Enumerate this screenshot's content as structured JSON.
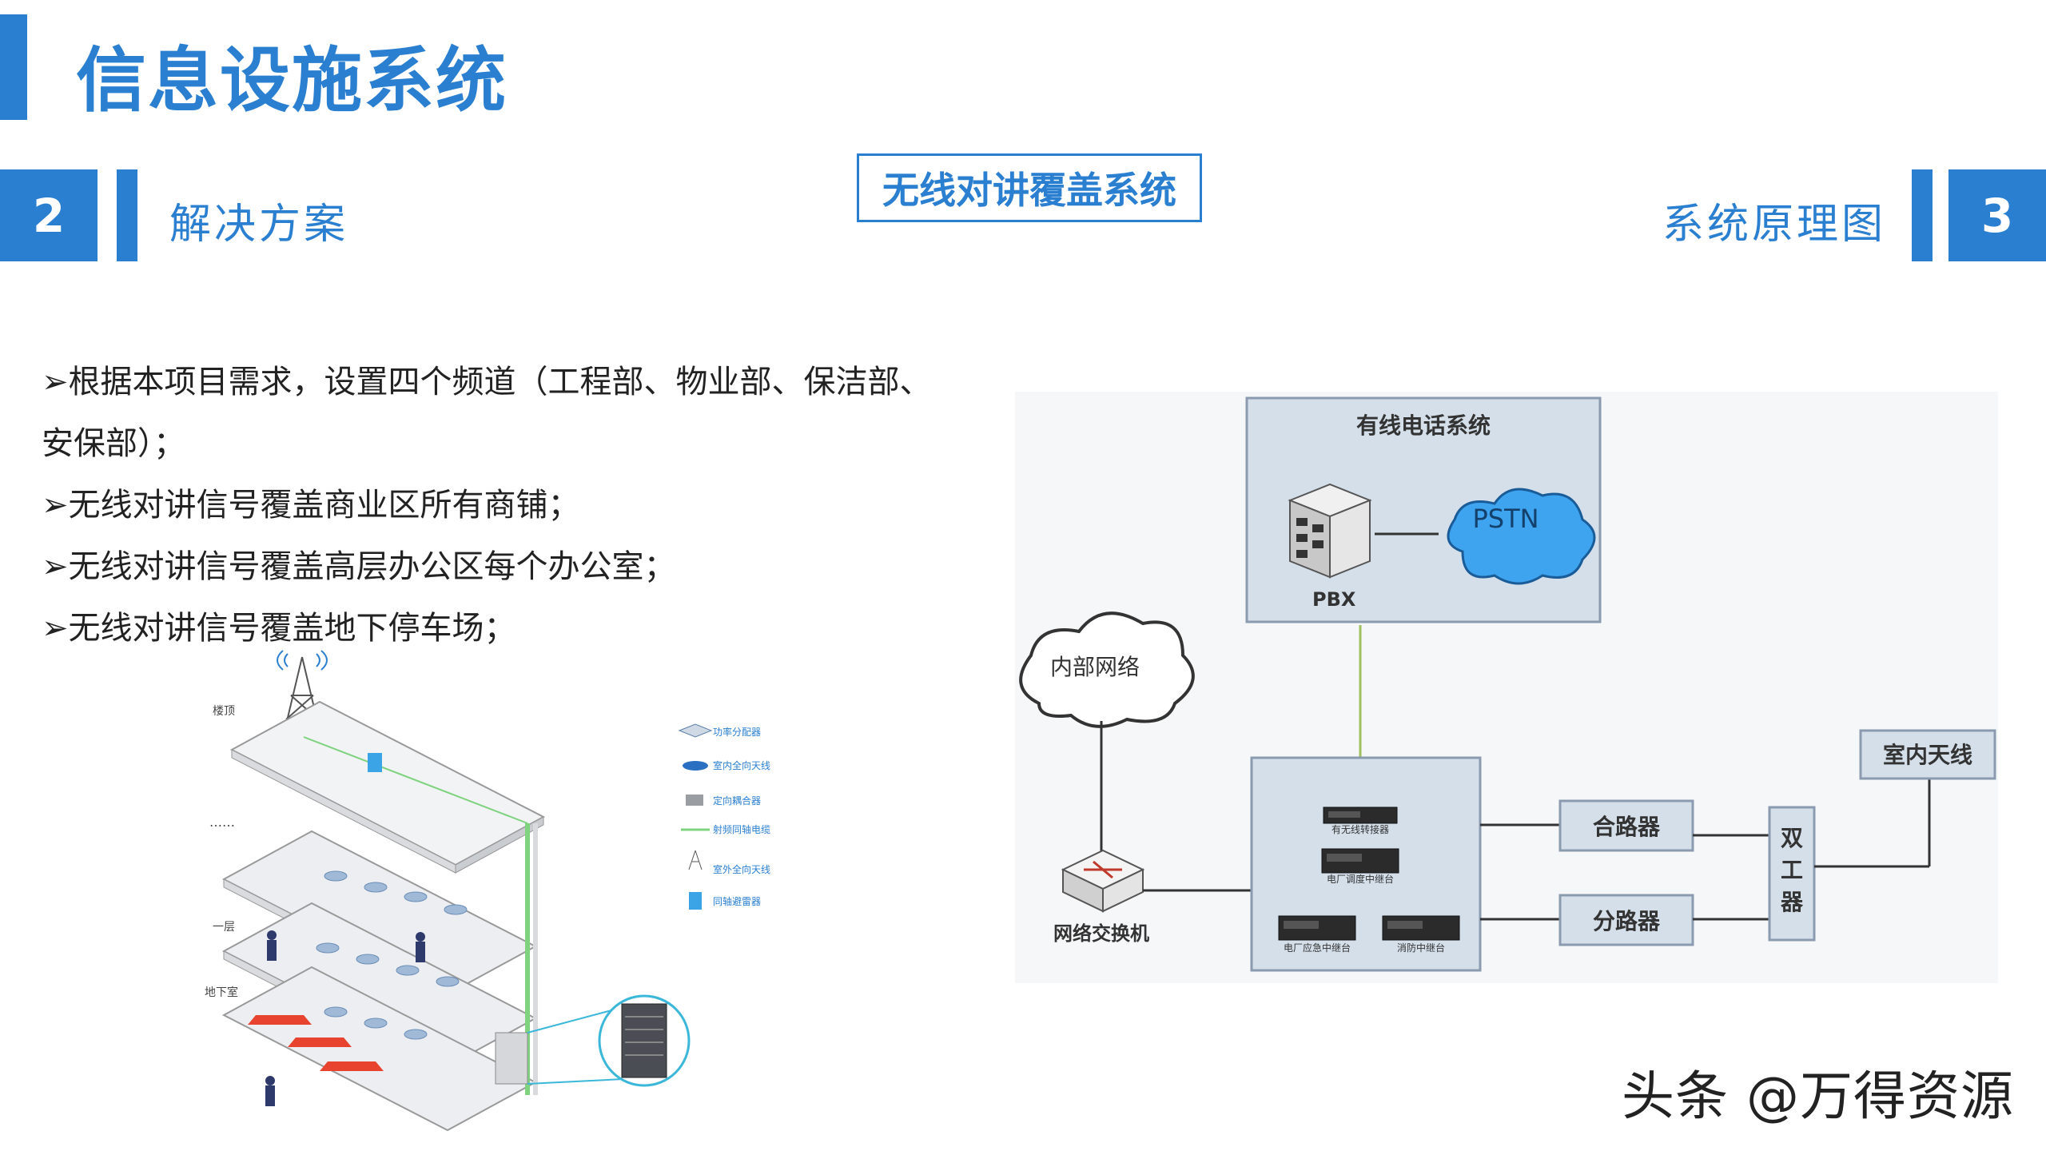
{
  "page": {
    "title": "信息设施系统",
    "left_section": {
      "number": "2",
      "label": "解决方案"
    },
    "center_box": "无线对讲覆盖系统",
    "right_section": {
      "number": "3",
      "label": "系统原理图"
    },
    "bullets": [
      "➢根据本项目需求，设置四个频道（工程部、物业部、保洁部、",
      "安保部）；",
      "➢无线对讲信号覆盖商业区所有商铺；",
      "➢无线对讲信号覆盖高层办公区每个办公室；",
      "➢无线对讲信号覆盖地下停车场；"
    ],
    "watermark": "头条 @万得资源"
  },
  "building_diagram": {
    "floor_labels": {
      "roof": "楼顶",
      "dots": "……",
      "first": "一层",
      "basement": "地下室"
    },
    "legend": [
      "功率分配器",
      "室内全向天线",
      "定向耦合器",
      "射频同轴电缆",
      "室外全向天线",
      "同轴避雷器"
    ]
  },
  "system_diagram": {
    "wired_phone_system": "有线电话系统",
    "pbx": "PBX",
    "pstn": "PSTN",
    "internal_network": "内部网络",
    "network_switch": "网络交换机",
    "device_1": "有无线转接器",
    "device_2": "电厂调度中继台",
    "device_3": "电厂应急中继台",
    "device_4": "消防中继台",
    "combiner": "合路器",
    "splitter": "分路器",
    "duplexer": "双工器",
    "indoor_antenna": "室内天线"
  }
}
